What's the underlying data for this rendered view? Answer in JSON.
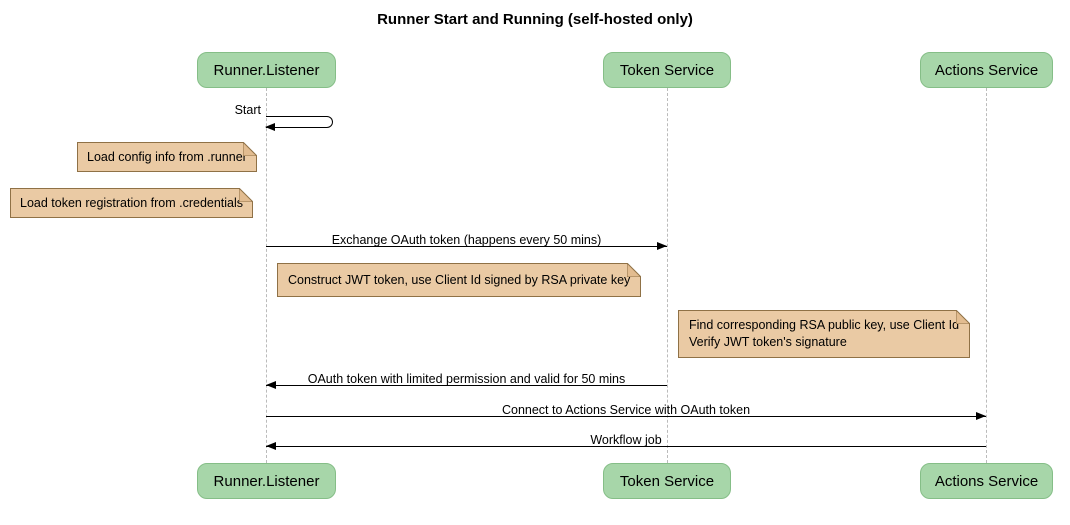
{
  "title": "Runner Start and Running (self-hosted only)",
  "participants": [
    {
      "name": "Runner.Listener"
    },
    {
      "name": "Token Service"
    },
    {
      "name": "Actions Service"
    }
  ],
  "self_message": {
    "label": "Start",
    "on": "Runner.Listener"
  },
  "notes": [
    {
      "text": "Load config info from .runner"
    },
    {
      "text": "Load token registration from .credentials"
    },
    {
      "text": "Construct JWT token, use Client Id signed by RSA private key"
    },
    {
      "lines": [
        "Find corresponding RSA public key, use Client Id",
        "Verify JWT token's signature"
      ]
    }
  ],
  "messages": [
    {
      "label": "Exchange OAuth token (happens every 50 mins)",
      "from": "Runner.Listener",
      "to": "Token Service",
      "direction": "right"
    },
    {
      "label": "OAuth token with limited permission and valid for 50 mins",
      "from": "Token Service",
      "to": "Runner.Listener",
      "direction": "left"
    },
    {
      "label": "Connect to Actions Service with OAuth token",
      "from": "Runner.Listener",
      "to": "Actions Service",
      "direction": "right"
    },
    {
      "label": "Workflow job",
      "from": "Actions Service",
      "to": "Runner.Listener",
      "direction": "left"
    }
  ],
  "colors": {
    "participant_fill": "#A7D6A9",
    "participant_border": "#85BE87",
    "note_fill": "#EACAA4",
    "note_fold": "#E2BC90",
    "note_border": "#8F7146",
    "lifeline": "#BBBBBB",
    "message_line": "#000000",
    "background": "#FFFFFF"
  }
}
